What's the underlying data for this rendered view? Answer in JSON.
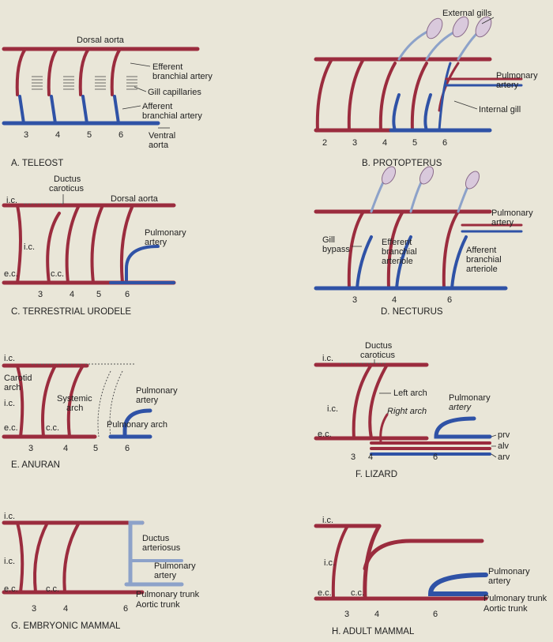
{
  "panels": {
    "a": {
      "caption": "A. TELEOST",
      "dorsal_aorta": "Dorsal aorta",
      "efferent": "Efferent\nbranchial artery",
      "gill_capillaries": "Gill capillaries",
      "afferent": "Afferent\nbranchial artery",
      "ventral_aorta": "Ventral\naorta",
      "arches": [
        "3",
        "4",
        "5",
        "6"
      ]
    },
    "b": {
      "caption": "B. PROTOPTERUS",
      "external_gills": "External gills",
      "pulmonary": "Pulmonary\nartery",
      "internal_gill": "Internal gill",
      "arches": [
        "2",
        "3",
        "4",
        "5",
        "6"
      ]
    },
    "c": {
      "caption": "C. TERRESTRIAL URODELE",
      "ductus": "Ductus\ncaroticus",
      "dorsal_aorta": "Dorsal aorta",
      "ic": "i.c.",
      "ic2": "i.c.",
      "ec": "e.c.",
      "cc": "c.c.",
      "pulmonary": "Pulmonary\nartery",
      "arches": [
        "3",
        "4",
        "5",
        "6"
      ]
    },
    "d": {
      "caption": "D. NECTURUS",
      "gill_bypass": "Gill\nbypass",
      "efferent": "Efferent\nbranchial\narteriole",
      "afferent": "Afferent\nbranchial\narteriole",
      "pulmonary": "Pulmonary\nartery",
      "arches": [
        "3",
        "4",
        "6"
      ]
    },
    "e": {
      "caption": "E. ANURAN",
      "ic": "i.c.",
      "carotid": "Carotid\narch",
      "ic2": "i.c.",
      "systemic": "Systemic\narch",
      "ec": "e.c.",
      "cc": "c.c.",
      "pulmonary": "Pulmonary\nartery",
      "pulm_arch": "Pulmonary arch",
      "arches": [
        "3",
        "4",
        "5",
        "6"
      ]
    },
    "f": {
      "caption": "F. LIZARD",
      "ic": "i.c.",
      "ductus": "Ductus\ncaroticus",
      "left_arch": "Left arch",
      "right_arch": "Right arch",
      "ic2": "i.c.",
      "ec": "e.c.",
      "pulmonary": "Pulmonary\nartery",
      "prv": "prv",
      "alv": "alv",
      "arv": "arv",
      "arches": [
        "3",
        "4",
        "6"
      ]
    },
    "g": {
      "caption": "G. EMBRYONIC MAMMAL",
      "ic": "i.c.",
      "ductus": "Ductus\narteriosus",
      "ic2": "i.c.",
      "pulmonary": "Pulmonary\nartery",
      "ec": "e.c.",
      "cc": "c.c.",
      "pulm_trunk": "Pulmonary trunk",
      "aortic_trunk": "Aortic trunk",
      "arches": [
        "3",
        "4",
        "6"
      ]
    },
    "h": {
      "caption": "H. ADULT MAMMAL",
      "ic": "i.c.",
      "ic2": "i.c.",
      "ec": "e.c.",
      "cc": "c.c.",
      "pulmonary": "Pulmonary\nartery",
      "pulm_trunk": "Pulmonary trunk",
      "aortic_trunk": "Aortic trunk",
      "arches": [
        "3",
        "4",
        "6"
      ]
    }
  },
  "colors": {
    "oxygenated": "#9b2c3e",
    "deoxygenated": "#2f52a6",
    "background": "#e9e6d8"
  }
}
